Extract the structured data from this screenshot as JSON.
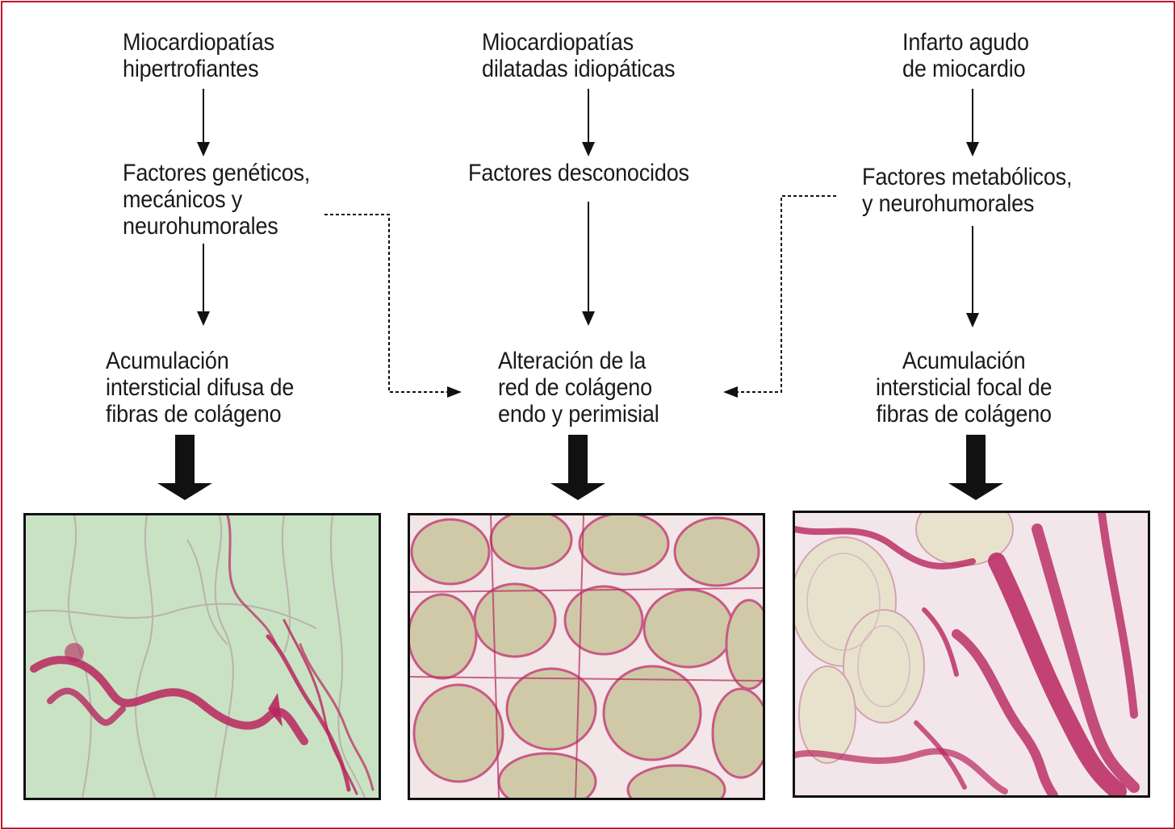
{
  "columns": [
    {
      "cause": [
        "Miocardiopatías",
        "hipertrofiantes"
      ],
      "factors": [
        "Factores genéticos,",
        "mecánicos y",
        "neurohumorales"
      ],
      "outcome": [
        "Acumulación",
        "intersticial difusa de",
        "fibras de colágeno"
      ]
    },
    {
      "cause": [
        "Miocardiopatías",
        "dilatadas idiopáticas"
      ],
      "factors": [
        "Factores desconocidos"
      ],
      "outcome": [
        "Alteración de la",
        "red de colágeno",
        "endo y perimisial"
      ]
    },
    {
      "cause": [
        "Infarto agudo",
        "de miocardio"
      ],
      "factors": [
        "Factores metabólicos,",
        "y neurohumorales"
      ],
      "outcome": [
        "Acumulación",
        "intersticial focal de",
        "fibras de colágeno"
      ]
    }
  ],
  "colors": {
    "border": "#c8102e",
    "arrow": "#111111",
    "collagen_stain": "#b8265e"
  },
  "panels": [
    {
      "icon": "histology-diffuse-fibrosis",
      "background": "#c9e2c4"
    },
    {
      "icon": "histology-perimysial-network",
      "background": "#cfc9a8"
    },
    {
      "icon": "histology-focal-fibrosis",
      "background": "#e8e2cc"
    }
  ]
}
